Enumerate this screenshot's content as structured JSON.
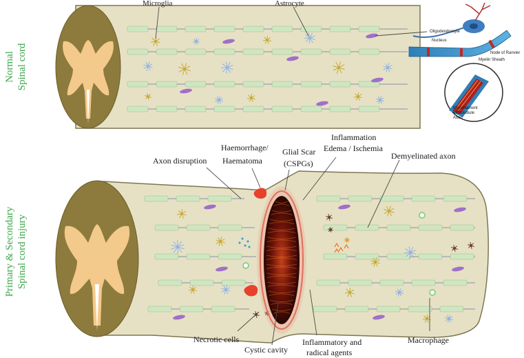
{
  "panels": {
    "normal": {
      "side_label_line1": "Normal",
      "side_label_line2": "Spinal cord",
      "labels": {
        "microglia": "Microglia",
        "astrocyte": "Astrocyte",
        "oligodendrocyte": "Oligodendrocyte",
        "nucleus": "Nucleus",
        "node_of_ranvier": "Node of Ranvier",
        "myelin_sheath": "Myelin Sheath",
        "microfilament": "Microfilament",
        "microtubule": "Microtubule",
        "axon": "Axon"
      }
    },
    "injury": {
      "side_label_line1": "Primary & Secondary",
      "side_label_line2": "Spinal cord injury",
      "labels": {
        "axon_disruption": "Axon disruption",
        "haemorrhage_1": "Haemorrhage/",
        "haemorrhage_2": "Haematoma",
        "glial_scar_1": "Glial Scar",
        "glial_scar_2": "(CSPGs)",
        "inflammation_1": "Inflammation",
        "inflammation_2": "Edema / Ischemia",
        "demyelinated_axon": "Demyelinated axon",
        "necrotic_cells": "Necrotic cells",
        "cystic_cavity": "Cystic cavity",
        "inflammatory_1": "Inflammatory and",
        "inflammatory_2": "radical agents",
        "macrophage": "Macrophage"
      }
    }
  },
  "colors": {
    "cord_fill": "#e6e1c4",
    "cord_stroke": "#7d7650",
    "cross_section": "#8c7b3c",
    "grey_matter": "#f4c98c",
    "myelin": "#cfe6c2",
    "axon_line": "#8a8fa8",
    "label_green": "#3aa64a",
    "microglia": "#c8a832",
    "astrocyte": "#8fb2e6",
    "oligodendrocyte": "#a070c8",
    "blood": "#e8412c"
  }
}
